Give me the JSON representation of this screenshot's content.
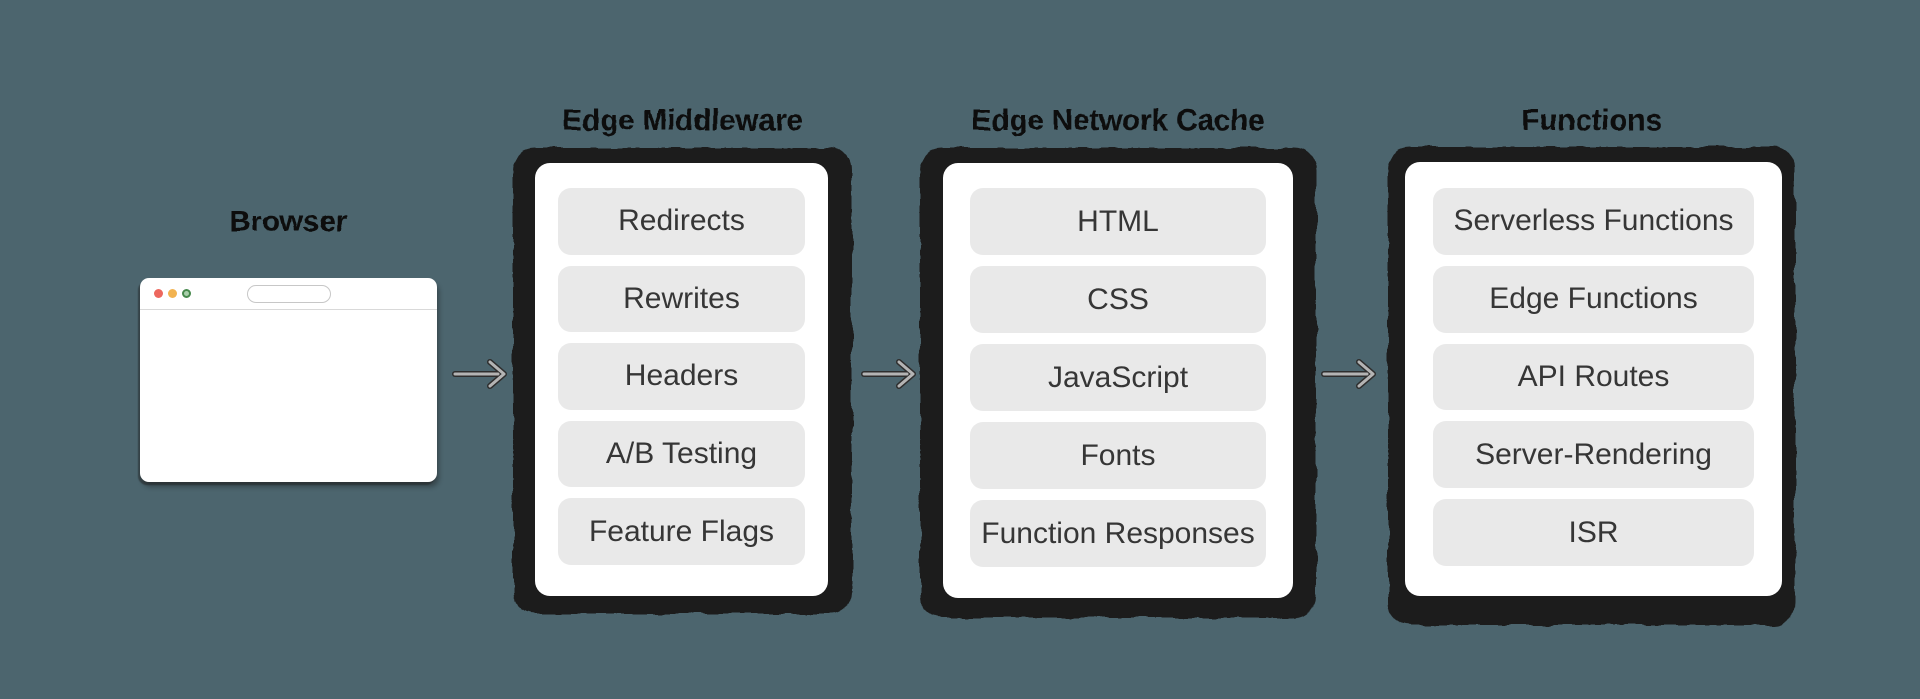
{
  "browser": {
    "title": "Browser",
    "window_controls": [
      "close-icon",
      "minimize-icon",
      "zoom-icon"
    ],
    "url_bar": {
      "value": "",
      "placeholder": ""
    }
  },
  "panels": [
    {
      "title": "Edge Middleware",
      "items": [
        "Redirects",
        "Rewrites",
        "Headers",
        "A/B Testing",
        "Feature Flags"
      ]
    },
    {
      "title": "Edge Network Cache",
      "items": [
        "HTML",
        "CSS",
        "JavaScript",
        "Fonts",
        "Function Responses"
      ]
    },
    {
      "title": "Functions",
      "items": [
        "Serverless Functions",
        "Edge Functions",
        "API Routes",
        "Server-Rendering",
        "ISR"
      ]
    }
  ],
  "colors": {
    "background": "#4c656e",
    "panel_frame": "#1c1c1c",
    "panel_background": "#ffffff",
    "item_background": "#e9e9e9",
    "item_text": "#363636",
    "title_text": "#0d0d0d",
    "arrow": "#b4b4b4",
    "traffic_red": "#ed685e",
    "traffic_yellow": "#f2b350",
    "traffic_green": "#47894d"
  }
}
